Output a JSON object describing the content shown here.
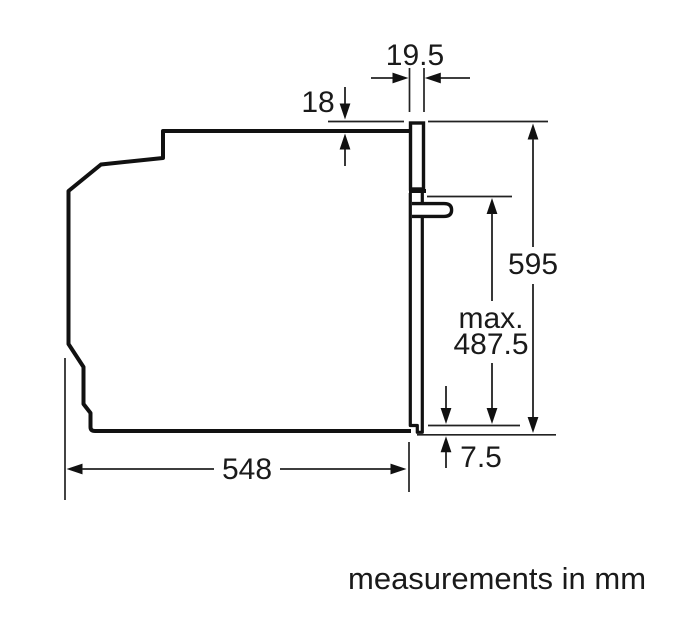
{
  "diagram": {
    "note": "measurements in mm",
    "dimensions": {
      "frame_width": "19.5",
      "top_inset": "18",
      "height": "595",
      "max_label": "max.",
      "max_height": "487.5",
      "bottom_lip": "7.5",
      "depth": "548"
    },
    "colors": {
      "background": "#ffffff",
      "line": "#111111",
      "text": "#1a1a1a"
    }
  }
}
